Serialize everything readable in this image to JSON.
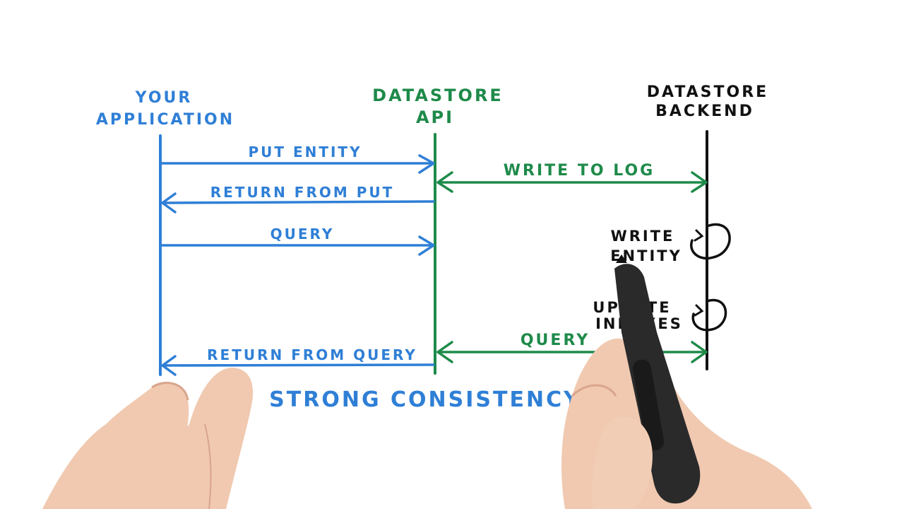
{
  "colors": {
    "blue": "#2f7fd6",
    "green": "#1e8a4a",
    "black": "#111111",
    "skin": "#f0c9b0",
    "pen": "#2a2a2a"
  },
  "participants": {
    "app": {
      "line1": "YOUR",
      "line2": "APPLICATION"
    },
    "api": {
      "line1": "DATASTORE",
      "line2": "API"
    },
    "backend": {
      "line1": "DATASTORE",
      "line2": "BACKEND"
    }
  },
  "messages": {
    "put_entity": "PUT ENTITY",
    "return_from_put": "RETURN FROM PUT",
    "query": "QUERY",
    "return_from_query": "RETURN FROM QUERY",
    "write_to_log": "WRITE TO LOG",
    "backend_query": "QUERY"
  },
  "backend_steps": {
    "write_entity": {
      "line1": "WRITE",
      "line2": "ENTITY"
    },
    "update_indexes": {
      "line1": "UPDATE",
      "line2": "INDEXES"
    }
  },
  "caption": "STRONG CONSISTENCY",
  "icons": {
    "self_loop_1": "self-loop-icon",
    "self_loop_2": "self-loop-icon",
    "hand_left": "hand-icon",
    "hand_right_with_pen": "hand-pen-icon"
  }
}
